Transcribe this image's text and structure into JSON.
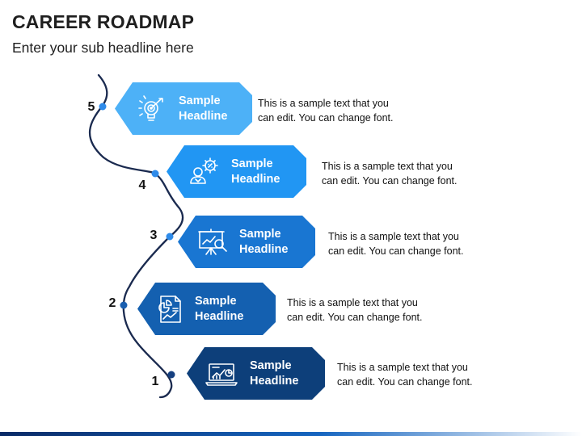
{
  "header": {
    "title": "CAREER ROADMAP",
    "subtitle": "Enter your sub headline here"
  },
  "steps": [
    {
      "number": "5",
      "headline_line1": "Sample",
      "headline_line2": "Headline",
      "desc_line1": "This is a sample text that you",
      "desc_line2": "can edit. You can change font.",
      "color": "#4db1f7",
      "icon": "target-bulb-icon"
    },
    {
      "number": "4",
      "headline_line1": "Sample",
      "headline_line2": "Headline",
      "desc_line1": "This is a sample text that you",
      "desc_line2": "can edit. You can change font.",
      "color": "#2196f3",
      "icon": "person-gear-icon"
    },
    {
      "number": "3",
      "headline_line1": "Sample",
      "headline_line2": "Headline",
      "desc_line1": "This is a sample text that you",
      "desc_line2": "can edit. You can change font.",
      "color": "#1976d2",
      "icon": "presentation-search-icon"
    },
    {
      "number": "2",
      "headline_line1": "Sample",
      "headline_line2": "Headline",
      "desc_line1": "This is a sample text that you",
      "desc_line2": "can edit. You can change font.",
      "color": "#1460b0",
      "icon": "report-chart-icon"
    },
    {
      "number": "1",
      "headline_line1": "Sample",
      "headline_line2": "Headline",
      "desc_line1": "This is a sample text that you",
      "desc_line2": "can edit. You can change font.",
      "color": "#0d3f7a",
      "icon": "laptop-chart-icon"
    }
  ]
}
